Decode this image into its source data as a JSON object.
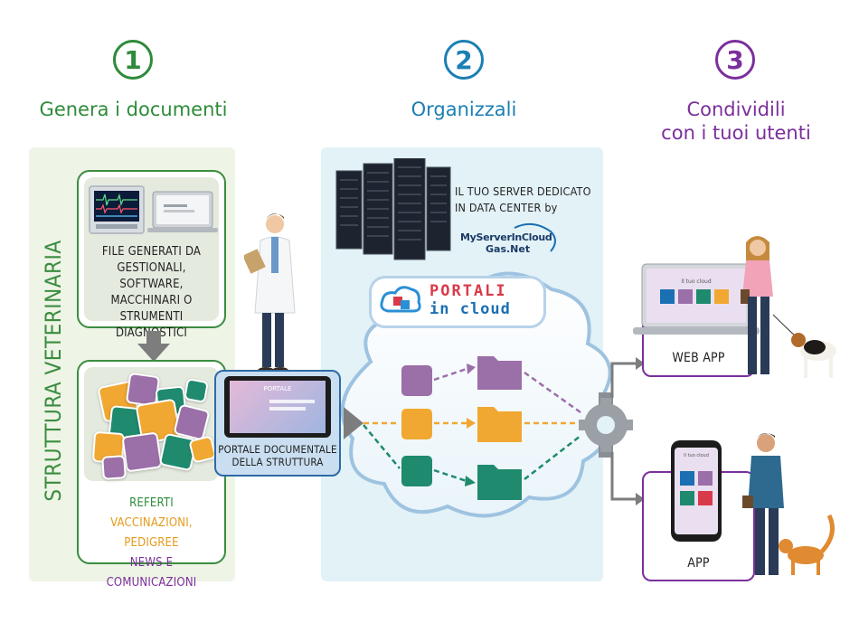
{
  "steps": [
    {
      "number": "1",
      "title_lines": [
        "Genera i documenti"
      ],
      "color": "#2e8b3a"
    },
    {
      "number": "2",
      "title_lines": [
        "Organizzali"
      ],
      "color": "#1b7fb3"
    },
    {
      "number": "3",
      "title_lines": [
        "Condividili",
        "con i tuoi utenti"
      ],
      "color": "#7b2f9c"
    }
  ],
  "panel1": {
    "vertical_title": "STRUTTURA VETERINARIA",
    "files_box_lines": [
      "FILE GENERATI DA",
      "GESTIONALI, SOFTWARE,",
      "MACCHINARI O",
      "STRUMENTI DIAGNOSTICI"
    ],
    "doc_types": [
      {
        "text": "REFERTI",
        "color": "#2e8b3a"
      },
      {
        "text": "VACCINAZIONI, PEDIGREE",
        "color": "#e39b1c"
      },
      {
        "text": "NEWS E COMUNICAZIONI",
        "color": "#7b2f9c"
      }
    ]
  },
  "portal": {
    "screen_title": "PORTALE",
    "caption_lines": [
      "PORTALE DOCUMENTALE",
      "DELLA STRUTTURA"
    ]
  },
  "server": {
    "text_lines": [
      "IL TUO SERVER DEDICATO",
      "IN DATA CENTER by"
    ],
    "brand_lines": [
      "MyServerInCloud",
      "Gas.Net"
    ]
  },
  "portali_logo": {
    "line1": "PORTALI",
    "line2": "in cloud"
  },
  "flows": [
    {
      "color": "#9b6fa8"
    },
    {
      "color": "#f0a832"
    },
    {
      "color": "#1f8a6e"
    }
  ],
  "outputs": {
    "web_app_label": "WEB APP",
    "app_label": "APP",
    "screen_title": "Il tuo cloud"
  },
  "colors": {
    "panel1_bg": "#eef4e6",
    "panel2_bg": "#e2f2f7",
    "green_border": "#3a8d3f",
    "purple_border": "#7b2f9c",
    "arrow_gray": "#7d7d7d"
  }
}
